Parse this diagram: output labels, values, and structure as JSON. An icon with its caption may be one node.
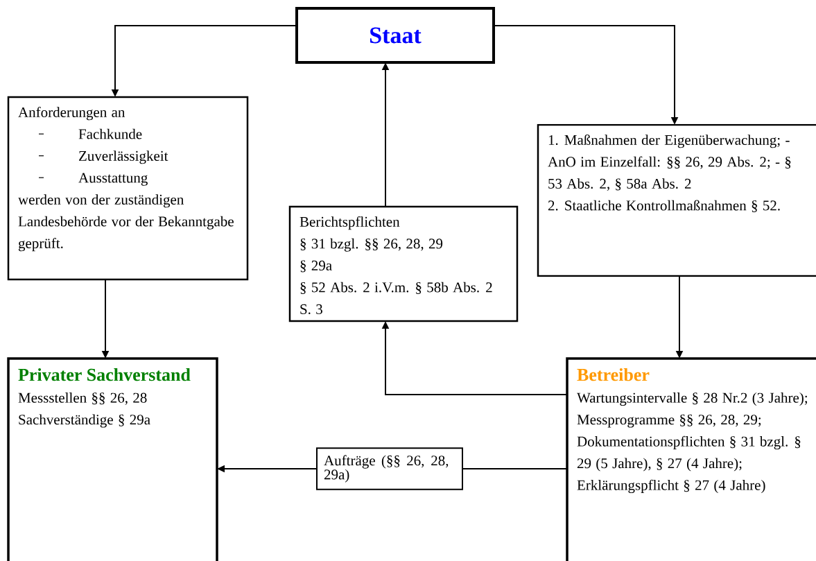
{
  "diagram": {
    "nodes": [
      {
        "text": [
          "Staat"
        ]
      },
      {
        "text": [
          "Anforderungen an",
          "Fachkunde",
          "Zuverlässigkeit",
          "Ausstattung",
          "werden von der zuständigen Landesbehörde vor der Bekanntgabe geprüft."
        ]
      },
      {
        "text": [
          "Berichtspflichten",
          "§ 31 bzgl. §§ 26, 28, 29",
          "§ 29a",
          "§ 52 Abs. 2 i.V.m. § 58b Abs. 2 S. 3"
        ]
      },
      {
        "text": [
          "1. Maßnahmen der Eigenüberwachung; - AnO im Einzelfall: §§ 26, 29 Abs. 2; - § 53 Abs. 2, § 58a Abs. 2",
          "2. Staatliche Kontrollmaßnahmen § 52."
        ]
      },
      {
        "text": [
          "Privater Sachverstand",
          "Messstellen §§ 26, 28",
          "Sachverständige § 29a"
        ]
      },
      {
        "text": [
          "Betreiber",
          "Wartungsintervalle § 28 Nr.2 (3 Jahre); Messprogramme §§ 26, 28, 29; Dokumentationspflichten § 31 bzgl. § 29 (5 Jahre), § 27 (4 Jahre); Erklärungspflicht § 27 (4 Jahre)"
        ]
      }
    ],
    "edges": [
      {
        "from": 0,
        "to": 1,
        "arrow": "to"
      },
      {
        "from": 0,
        "to": 3,
        "arrow": "to"
      },
      {
        "from": 2,
        "to": 0,
        "arrow": "to"
      },
      {
        "from": 1,
        "to": 4,
        "arrow": "to"
      },
      {
        "from": 3,
        "to": 5,
        "arrow": "to"
      },
      {
        "from": 5,
        "to": 2,
        "arrow": "to"
      },
      {
        "from": 5,
        "to": 4,
        "arrow": "to",
        "label": "Aufträge (§§ 26, 28, 29a)"
      }
    ]
  }
}
